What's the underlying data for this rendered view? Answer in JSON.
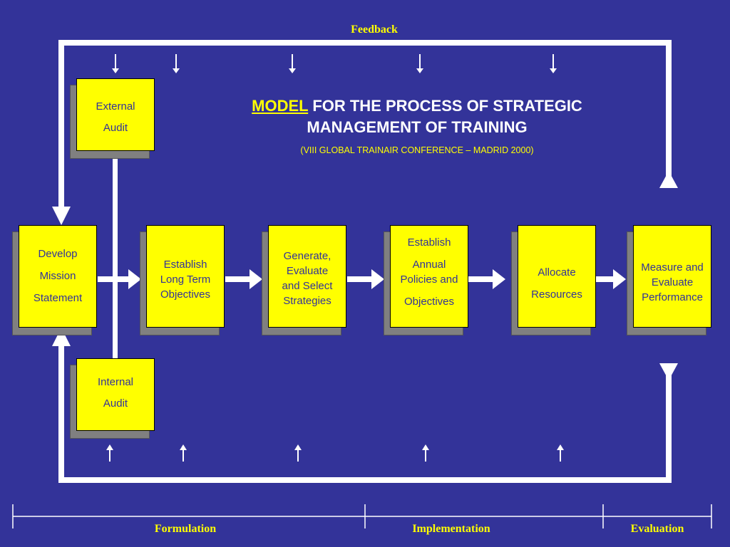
{
  "feedback_label": "Feedback",
  "title": {
    "highlight": "MODEL",
    "line1_rest": " FOR THE PROCESS OF STRATEGIC",
    "line2": "MANAGEMENT OF TRAINING",
    "subtitle": "(VIII GLOBAL TRAINAIR CONFERENCE – MADRID 2000)"
  },
  "boxes": {
    "external_audit": [
      "External",
      "Audit"
    ],
    "internal_audit": [
      "Internal",
      "Audit"
    ],
    "develop_mission": [
      "Develop",
      "Mission",
      "Statement"
    ],
    "long_term": [
      "Establish",
      "Long Term",
      "Objectives"
    ],
    "strategies": [
      "Generate,",
      "Evaluate",
      "and Select",
      "Strategies"
    ],
    "annual": [
      "Establish",
      "Annual",
      "Policies and",
      "Objectives"
    ],
    "allocate": [
      "Allocate",
      "Resources"
    ],
    "measure": [
      "Measure and",
      "Evaluate",
      "Performance"
    ]
  },
  "phases": {
    "formulation": "Formulation",
    "implementation": "Implementation",
    "evaluation": "Evaluation"
  },
  "colors": {
    "background": "#333399",
    "box_fill": "#ffff00",
    "box_text": "#333399",
    "accent_text": "#ffff00",
    "lines": "#ffffff"
  }
}
